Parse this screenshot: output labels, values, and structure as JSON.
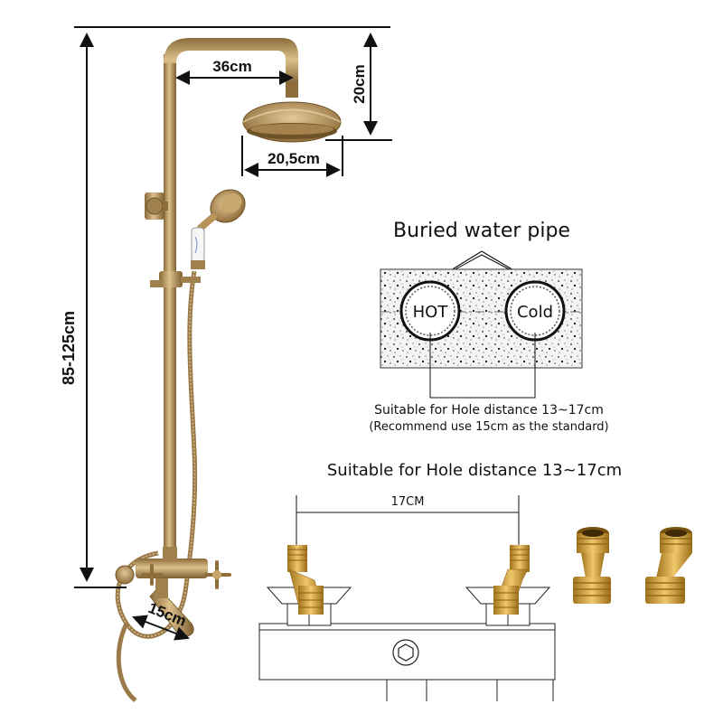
{
  "dimensions": {
    "total_height": "85-125cm",
    "arm_length": "36cm",
    "head_drop": "20cm",
    "head_diameter": "20,5cm",
    "spout_length": "15cm"
  },
  "pipe_panel": {
    "title": "Buried water pipe",
    "hot_label": "HOT",
    "cold_label": "Cold",
    "hot_color": "#e0161b",
    "cold_color": "#1a4fc4",
    "note_line1": "Suitable for Hole distance 13~17cm",
    "note_line2": "(Recommend use 15cm as the standard)"
  },
  "fitting_panel": {
    "title": "Suitable for Hole distance 13~17cm",
    "distance_label": "17CM"
  },
  "colors": {
    "brass_light": "#d9b877",
    "brass": "#b8935a",
    "brass_dark": "#7d5f32",
    "gold_fitting": "#d8a43a",
    "dimension_line": "#111111"
  }
}
